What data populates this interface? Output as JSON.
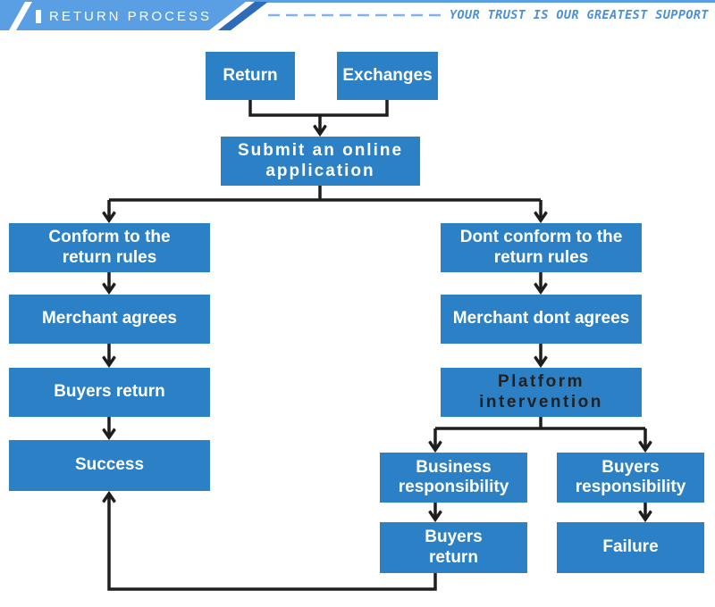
{
  "header": {
    "title": "RETURN PROCESS",
    "tagline": "YOUR TRUST IS OUR GREATEST SUPPORT"
  },
  "nodes": {
    "return": "Return",
    "exchanges": "Exchanges",
    "submit": "Submit an online\napplication",
    "conform": "Conform to the\nreturn rules",
    "dont_conform": "Dont conform to the\nreturn rules",
    "merchant_agrees": "Merchant agrees",
    "merchant_dont_agrees": "Merchant dont agrees",
    "buyers_return": "Buyers return",
    "platform_intervention": "Platform\nintervention",
    "success": "Success",
    "business_responsibility": "Business\nresponsibility",
    "buyers_responsibility": "Buyers\nresponsibility",
    "buyers_return_2": "Buyers\nreturn",
    "failure": "Failure"
  },
  "colors": {
    "box_blue": "#2b80c6",
    "banner_blue": "#5a9fe3",
    "fold_blue": "#2e6cb8",
    "dash_blue": "#7db4ef",
    "tagline_blue": "#4a90dc",
    "connector": "#1e1e1e"
  }
}
